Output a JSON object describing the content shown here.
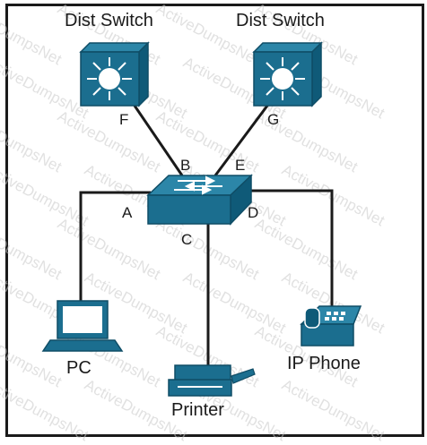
{
  "colors": {
    "device": "#1b6e8f",
    "device_edge": "#0f4d66",
    "line": "#1a1a1a",
    "frame": "#1a1a1a"
  },
  "devices": {
    "dist_switch_left": {
      "label": "Dist Switch",
      "icon": "layer3-switch-icon"
    },
    "dist_switch_right": {
      "label": "Dist Switch",
      "icon": "layer3-switch-icon"
    },
    "access_switch": {
      "icon": "switch-icon"
    },
    "pc": {
      "label": "PC",
      "icon": "laptop-icon"
    },
    "printer": {
      "label": "Printer",
      "icon": "printer-icon"
    },
    "ip_phone": {
      "label": "IP Phone",
      "icon": "ip-phone-icon"
    }
  },
  "ports": {
    "a": "A",
    "b": "B",
    "c": "C",
    "d": "D",
    "e": "E",
    "f": "F",
    "g": "G"
  },
  "watermark": "ActiveDumpsNet"
}
